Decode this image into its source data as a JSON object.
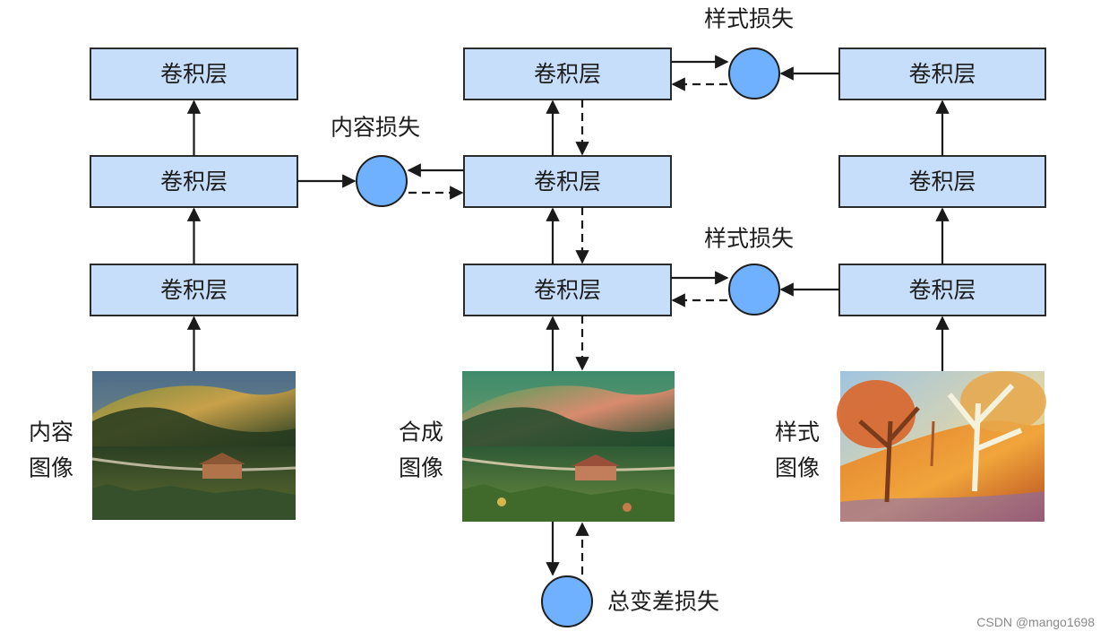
{
  "layer_label": "卷积层",
  "loss": {
    "content": "内容损失",
    "style": "样式损失",
    "total_variation": "总变差损失"
  },
  "images": {
    "content": {
      "line1": "内容",
      "line2": "图像"
    },
    "synthesized": {
      "line1": "合成",
      "line2": "图像"
    },
    "style": {
      "line1": "样式",
      "line2": "图像"
    }
  },
  "colors": {
    "layer_fill": "#c7defa",
    "loss_node_fill": "#6fb1ff",
    "outline": "#1e1e1e"
  },
  "watermark": "CSDN @mango1698"
}
